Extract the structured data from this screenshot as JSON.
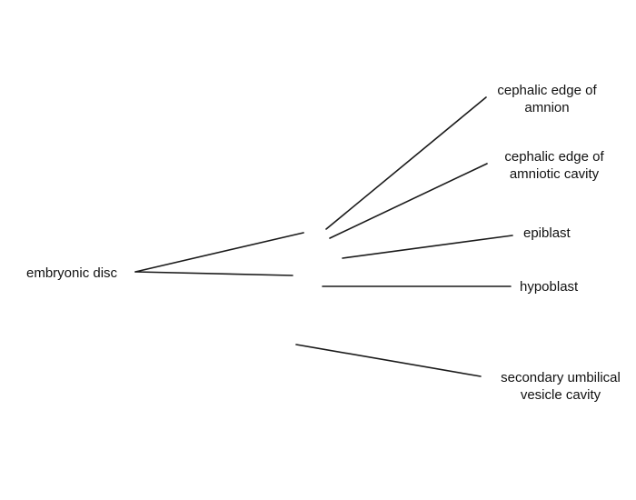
{
  "diagram": {
    "labels": {
      "embryonic_disc": "embryonic disc",
      "cephalic_edge_of_amnion": {
        "line1": "cephalic edge of",
        "line2": "amnion"
      },
      "cephalic_edge_of_amniotic_cavity": {
        "line1": "cephalic edge of",
        "line2": "amniotic cavity"
      },
      "epiblast": "epiblast",
      "hypoblast": "hypoblast",
      "secondary_umbilical_vesicle_cavity": {
        "line1": "secondary umbilical",
        "line2": "vesicle cavity"
      }
    },
    "colors": {
      "leader_line": "#1a1a1a",
      "text": "#111111",
      "background": "#ffffff"
    }
  }
}
